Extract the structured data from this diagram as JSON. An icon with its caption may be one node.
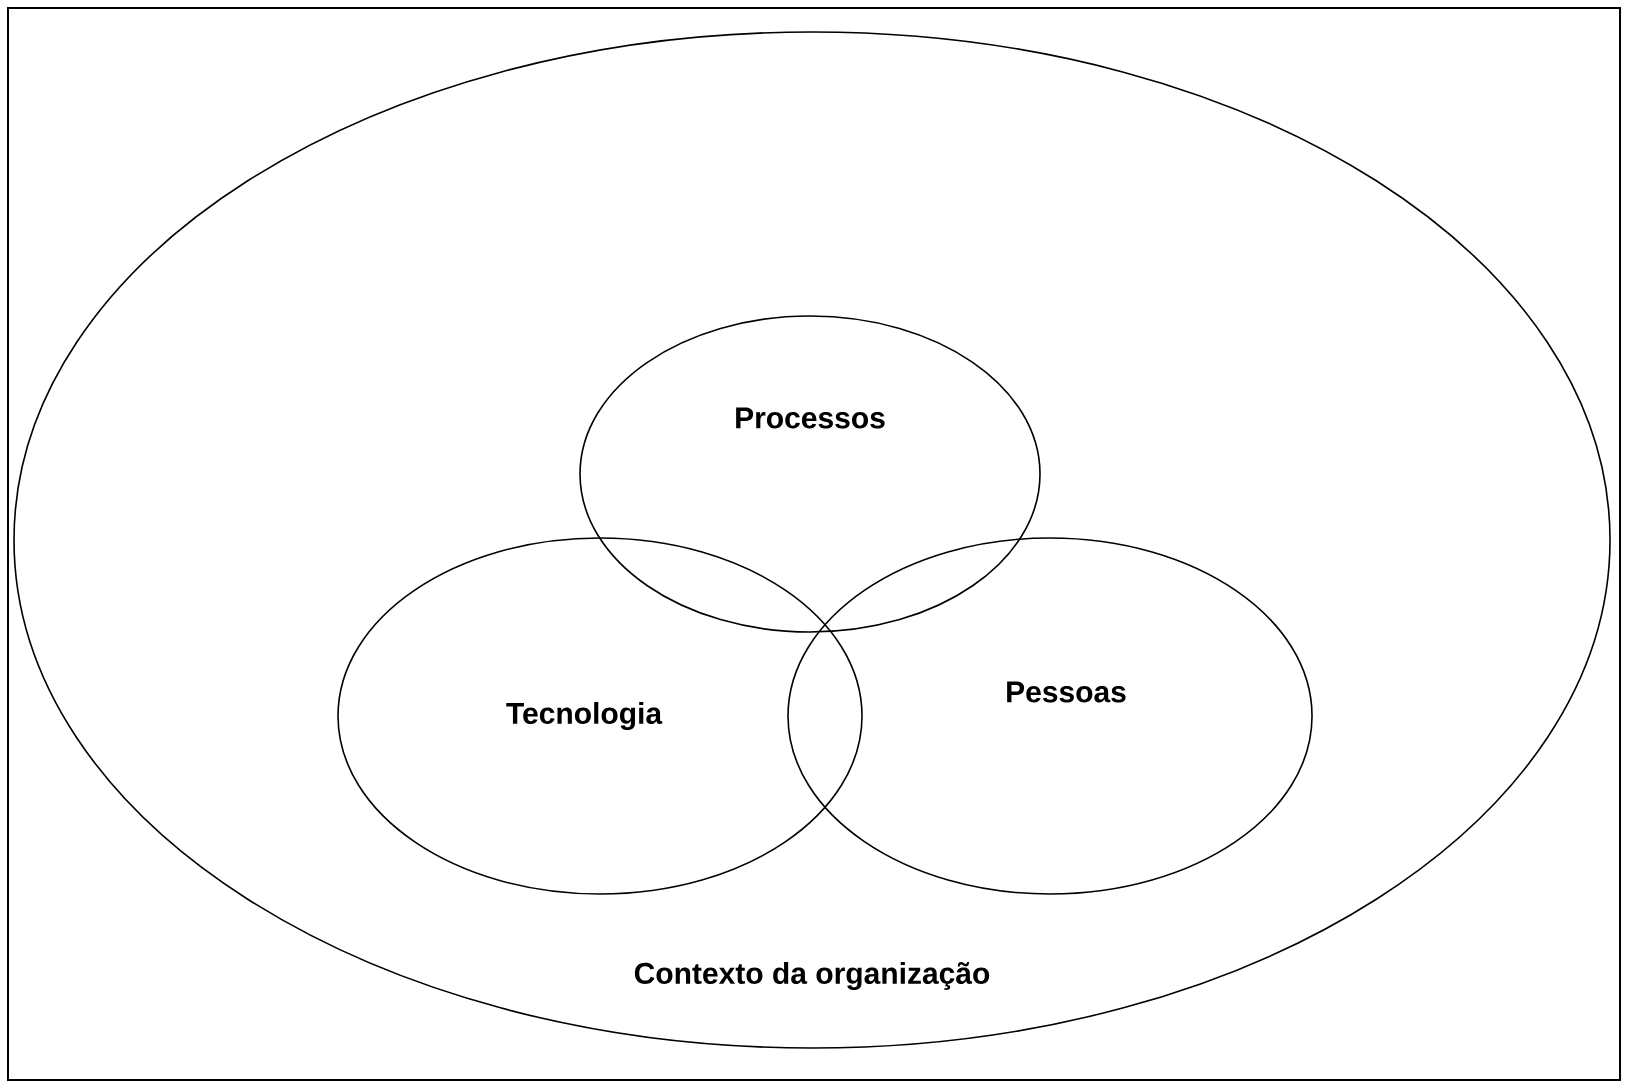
{
  "diagram": {
    "nodes": [
      {
        "text": [
          "Contexto da organização"
        ]
      },
      {
        "text": [
          "Processos"
        ],
        "in": 0
      },
      {
        "text": [
          "Tecnologia"
        ],
        "in": 0
      },
      {
        "text": [
          "Pessoas"
        ],
        "in": 0
      }
    ]
  }
}
